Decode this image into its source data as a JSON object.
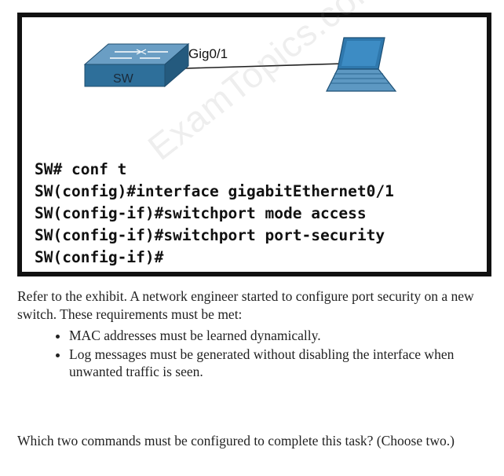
{
  "exhibit": {
    "switch_label": "SW",
    "port_label": "Gig0/1",
    "cli_lines": [
      "SW# conf t",
      "SW(config)#interface gigabitEthernet0/1",
      "SW(config-if)#switchport mode access",
      "SW(config-if)#switchport port-security",
      "SW(config-if)#"
    ],
    "watermark": "ExamTopics.com",
    "colors": {
      "switch": "#2e6f9a",
      "laptop": "#2f78ad",
      "frame": "#111111"
    }
  },
  "question": {
    "intro": "Refer to the exhibit. A network engineer started to configure port security on a new switch. These requirements must be met:",
    "requirements": [
      "MAC addresses must be learned dynamically.",
      "Log messages must be generated without disabling the interface when unwanted traffic is seen."
    ],
    "prompt": "Which two commands must be configured to complete this task? (Choose two.)"
  }
}
